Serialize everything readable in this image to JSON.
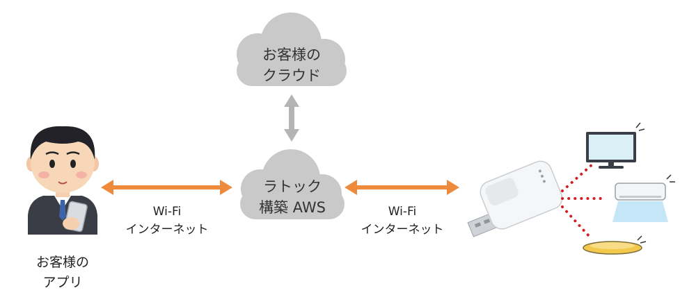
{
  "cloud_customer": {
    "line1": "お客様の",
    "line2": "クラウド"
  },
  "cloud_ratoc": {
    "line1": "ラトック",
    "line2": "構築 AWS"
  },
  "link_left": {
    "line1": "Wi-Fi",
    "line2": "インターネット"
  },
  "link_right": {
    "line1": "Wi-Fi",
    "line2": "インターネット"
  },
  "customer_app": {
    "line1": "お客様の",
    "line2": "アプリ"
  },
  "colors": {
    "cloud": "#c9c9c9",
    "vertical_arrow": "#b4b4b4",
    "horizontal_arrow": "#ee8a3b",
    "dotted_line": "#d21e24",
    "suit": "#3a3d45"
  },
  "icons": [
    "person-icon",
    "smartphone-icon",
    "usb-adapter-icon",
    "tv-icon",
    "air-conditioner-icon",
    "ceiling-light-icon"
  ]
}
